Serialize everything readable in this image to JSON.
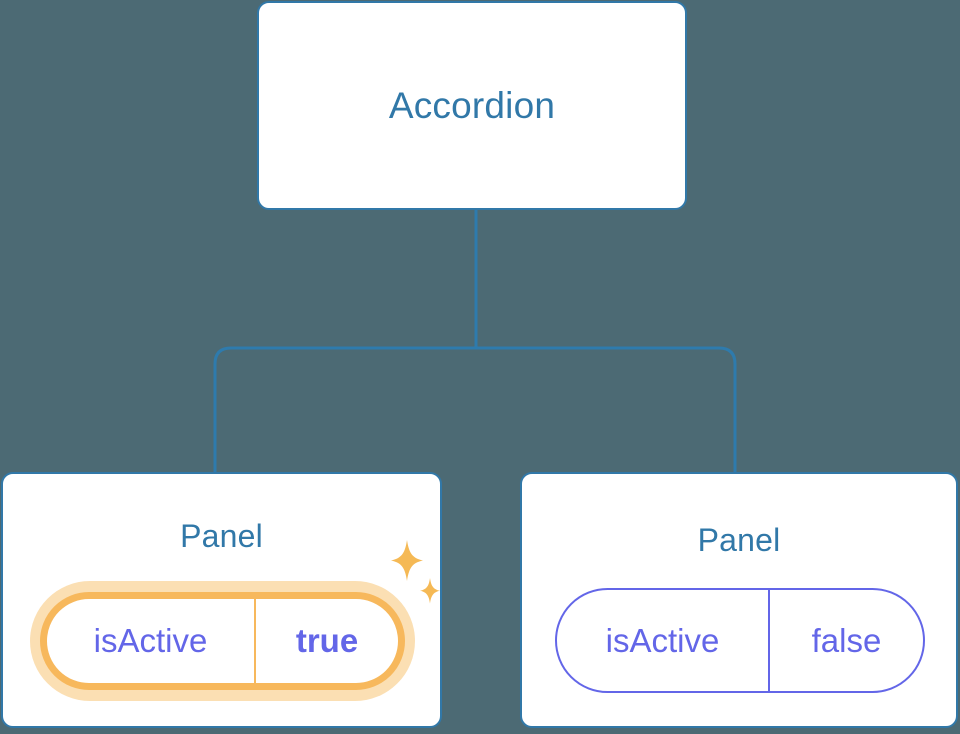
{
  "diagram": {
    "type": "component-tree",
    "background_color": "#4C6A74",
    "node_border_color": "#3178A8",
    "node_title_color": "#3178A8",
    "prop_text_color": "#6366E8",
    "highlight_color": "#F7B85C",
    "highlight_glow_color": "#FBDFB3",
    "connector_color": "#2E7BAD"
  },
  "root": {
    "title": "Accordion"
  },
  "children": [
    {
      "title": "Panel",
      "highlighted": true,
      "prop": {
        "key": "isActive",
        "value": "true",
        "value_bold": true
      },
      "sparkles": [
        {
          "name": "sparkle-large-icon"
        },
        {
          "name": "sparkle-small-icon"
        }
      ]
    },
    {
      "title": "Panel",
      "highlighted": false,
      "prop": {
        "key": "isActive",
        "value": "false",
        "value_bold": false
      }
    }
  ],
  "connectors": {
    "trunk_label": "accordion-to-children",
    "left_branch_label": "branch-to-panel-left",
    "right_branch_label": "branch-to-panel-right"
  }
}
